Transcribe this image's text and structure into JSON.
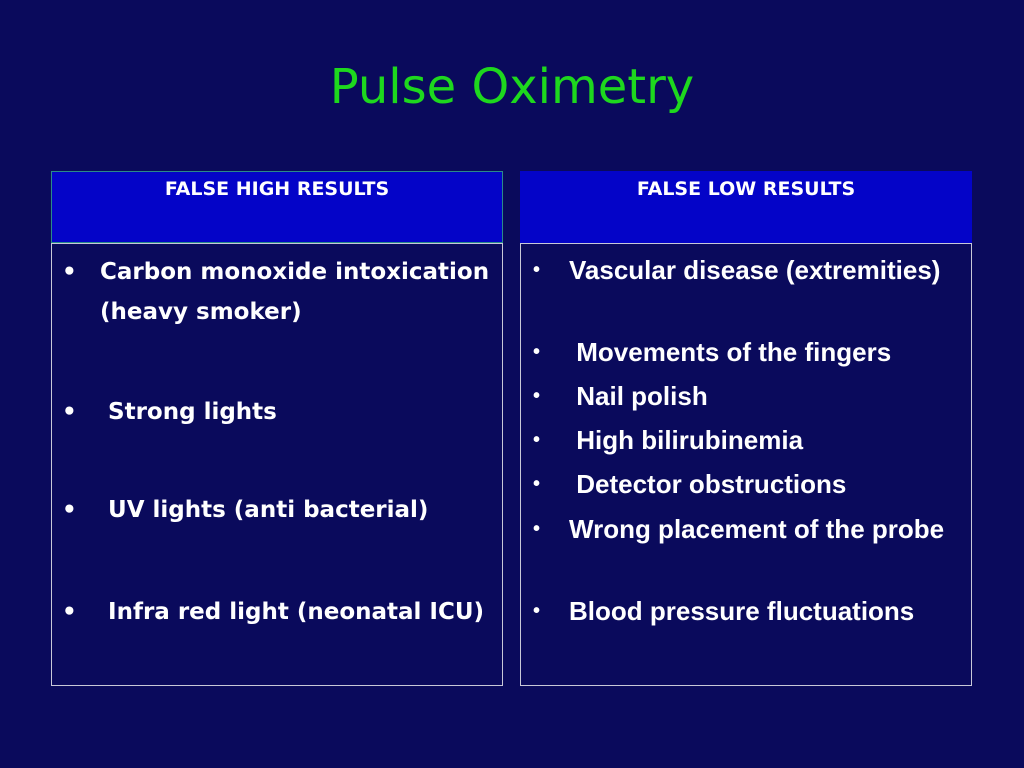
{
  "title": "Pulse Oximetry",
  "left": {
    "header": "FALSE HIGH RESULTS",
    "bullet": "•",
    "items": [
      "Carbon monoxide intoxication (heavy smoker)",
      " Strong lights",
      " UV lights (anti bacterial)",
      " Infra red light (neonatal ICU)"
    ]
  },
  "right": {
    "header": "FALSE LOW RESULTS",
    "bullet": "•",
    "items": [
      "Vascular disease (extremities)",
      " Movements of the fingers",
      " Nail polish",
      " High bilirubinemia",
      " Detector obstructions",
      "Wrong placement of the probe",
      "Blood pressure fluctuations"
    ]
  },
  "colors": {
    "background": "#0a0a5c",
    "title": "#1ed81e",
    "header_fill": "#0404c8",
    "text": "#ffffff"
  }
}
